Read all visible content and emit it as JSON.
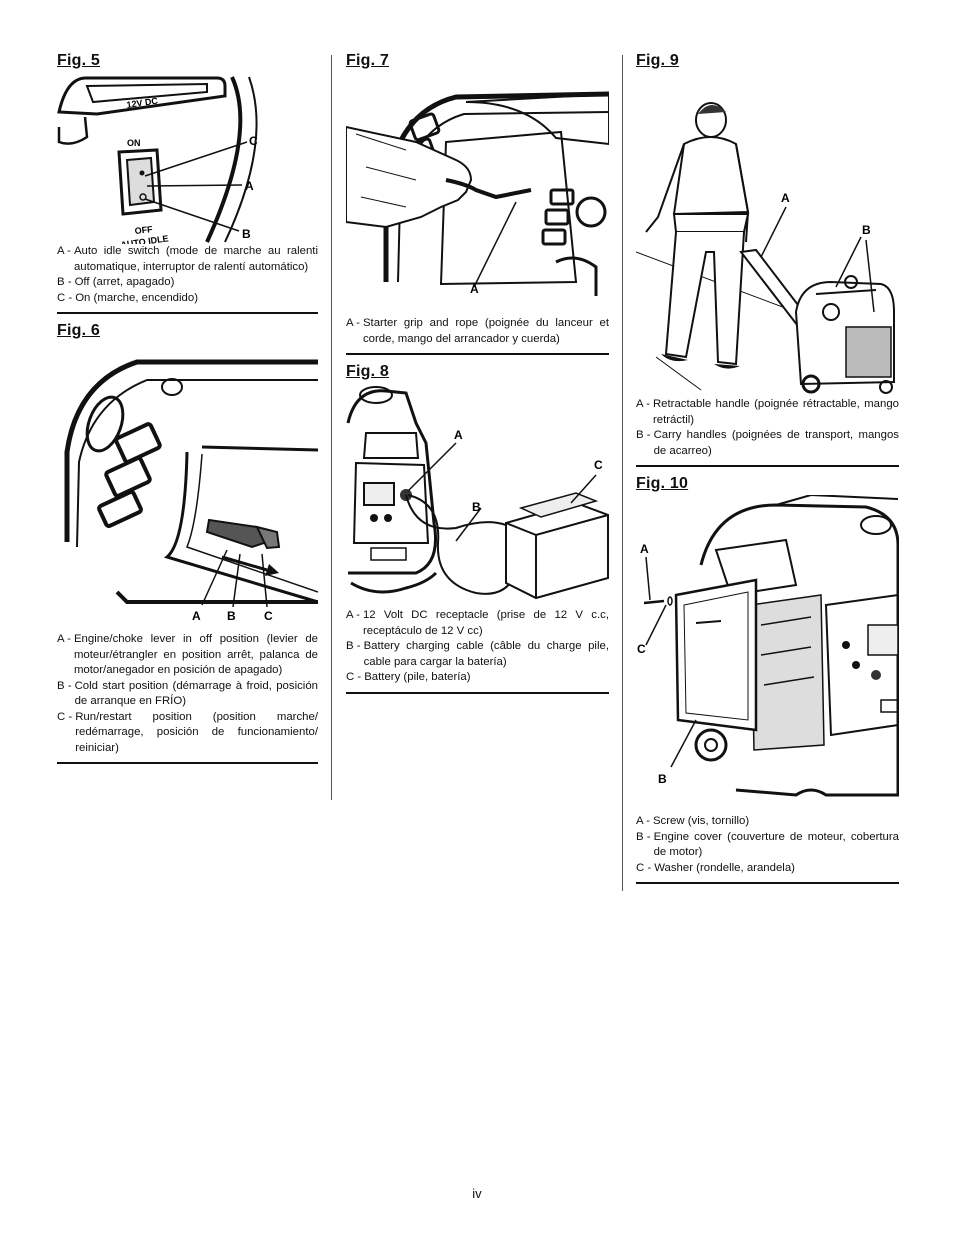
{
  "page_number": "iv",
  "figures": {
    "fig5": {
      "title": "Fig. 5",
      "panel_labels": {
        "dc": "12V DC",
        "on": "ON",
        "off": "OFF",
        "auto_idle": "AUTO IDLE"
      },
      "callouts": [
        "C",
        "A",
        "B"
      ],
      "items": [
        {
          "key": "A -",
          "text": "Auto idle switch (mode de marche au ralenti automatique, interruptor de ralentí automático)"
        },
        {
          "key": "B -",
          "text": "Off (arret, apagado)"
        },
        {
          "key": "C -",
          "text": "On (marche, encendido)"
        }
      ]
    },
    "fig6": {
      "title": "Fig. 6",
      "callouts": [
        "A",
        "B",
        "C"
      ],
      "items": [
        {
          "key": "A -",
          "text": "Engine/choke lever in off position (levier de moteur/étrangler en position arrêt, palanca de motor/anegador en posición de apagado)"
        },
        {
          "key": "B -",
          "text": "Cold start position (démarrage à froid, posición de arranque en FRÍO)"
        },
        {
          "key": "C -",
          "text": "Run/restart position (position marche/ redémarrage, posición de funcionamiento/ reiniciar)"
        }
      ]
    },
    "fig7": {
      "title": "Fig. 7",
      "callouts": [
        "A"
      ],
      "items": [
        {
          "key": "A -",
          "text": "Starter grip and rope (poignée du lanceur et corde, mango del arrancador y cuerda)"
        }
      ]
    },
    "fig8": {
      "title": "Fig. 8",
      "callouts": [
        "A",
        "C",
        "B"
      ],
      "items": [
        {
          "key": "A -",
          "text": "12 Volt DC receptacle (prise de 12 V c.c, receptáculo de 12 V cc)"
        },
        {
          "key": "B -",
          "text": "Battery charging cable (câble du charge pile, cable para cargar la batería)"
        },
        {
          "key": "C -",
          "text": "Battery (pile, batería)"
        }
      ]
    },
    "fig9": {
      "title": "Fig. 9",
      "callouts": [
        "A",
        "B"
      ],
      "items": [
        {
          "key": "A -",
          "text": "Retractable handle (poignée rétractable, mango retráctil)"
        },
        {
          "key": "B -",
          "text": "Carry handles (poignées de transport, mangos de acarreo)"
        }
      ]
    },
    "fig10": {
      "title": "Fig. 10",
      "callouts": [
        "A",
        "C",
        "B"
      ],
      "items": [
        {
          "key": "A -",
          "text": "Screw (vis, tornillo)"
        },
        {
          "key": "B -",
          "text": "Engine cover (couverture de moteur, cobertura de motor)"
        },
        {
          "key": "C -",
          "text": "Washer (rondelle, arandela)"
        }
      ]
    }
  }
}
